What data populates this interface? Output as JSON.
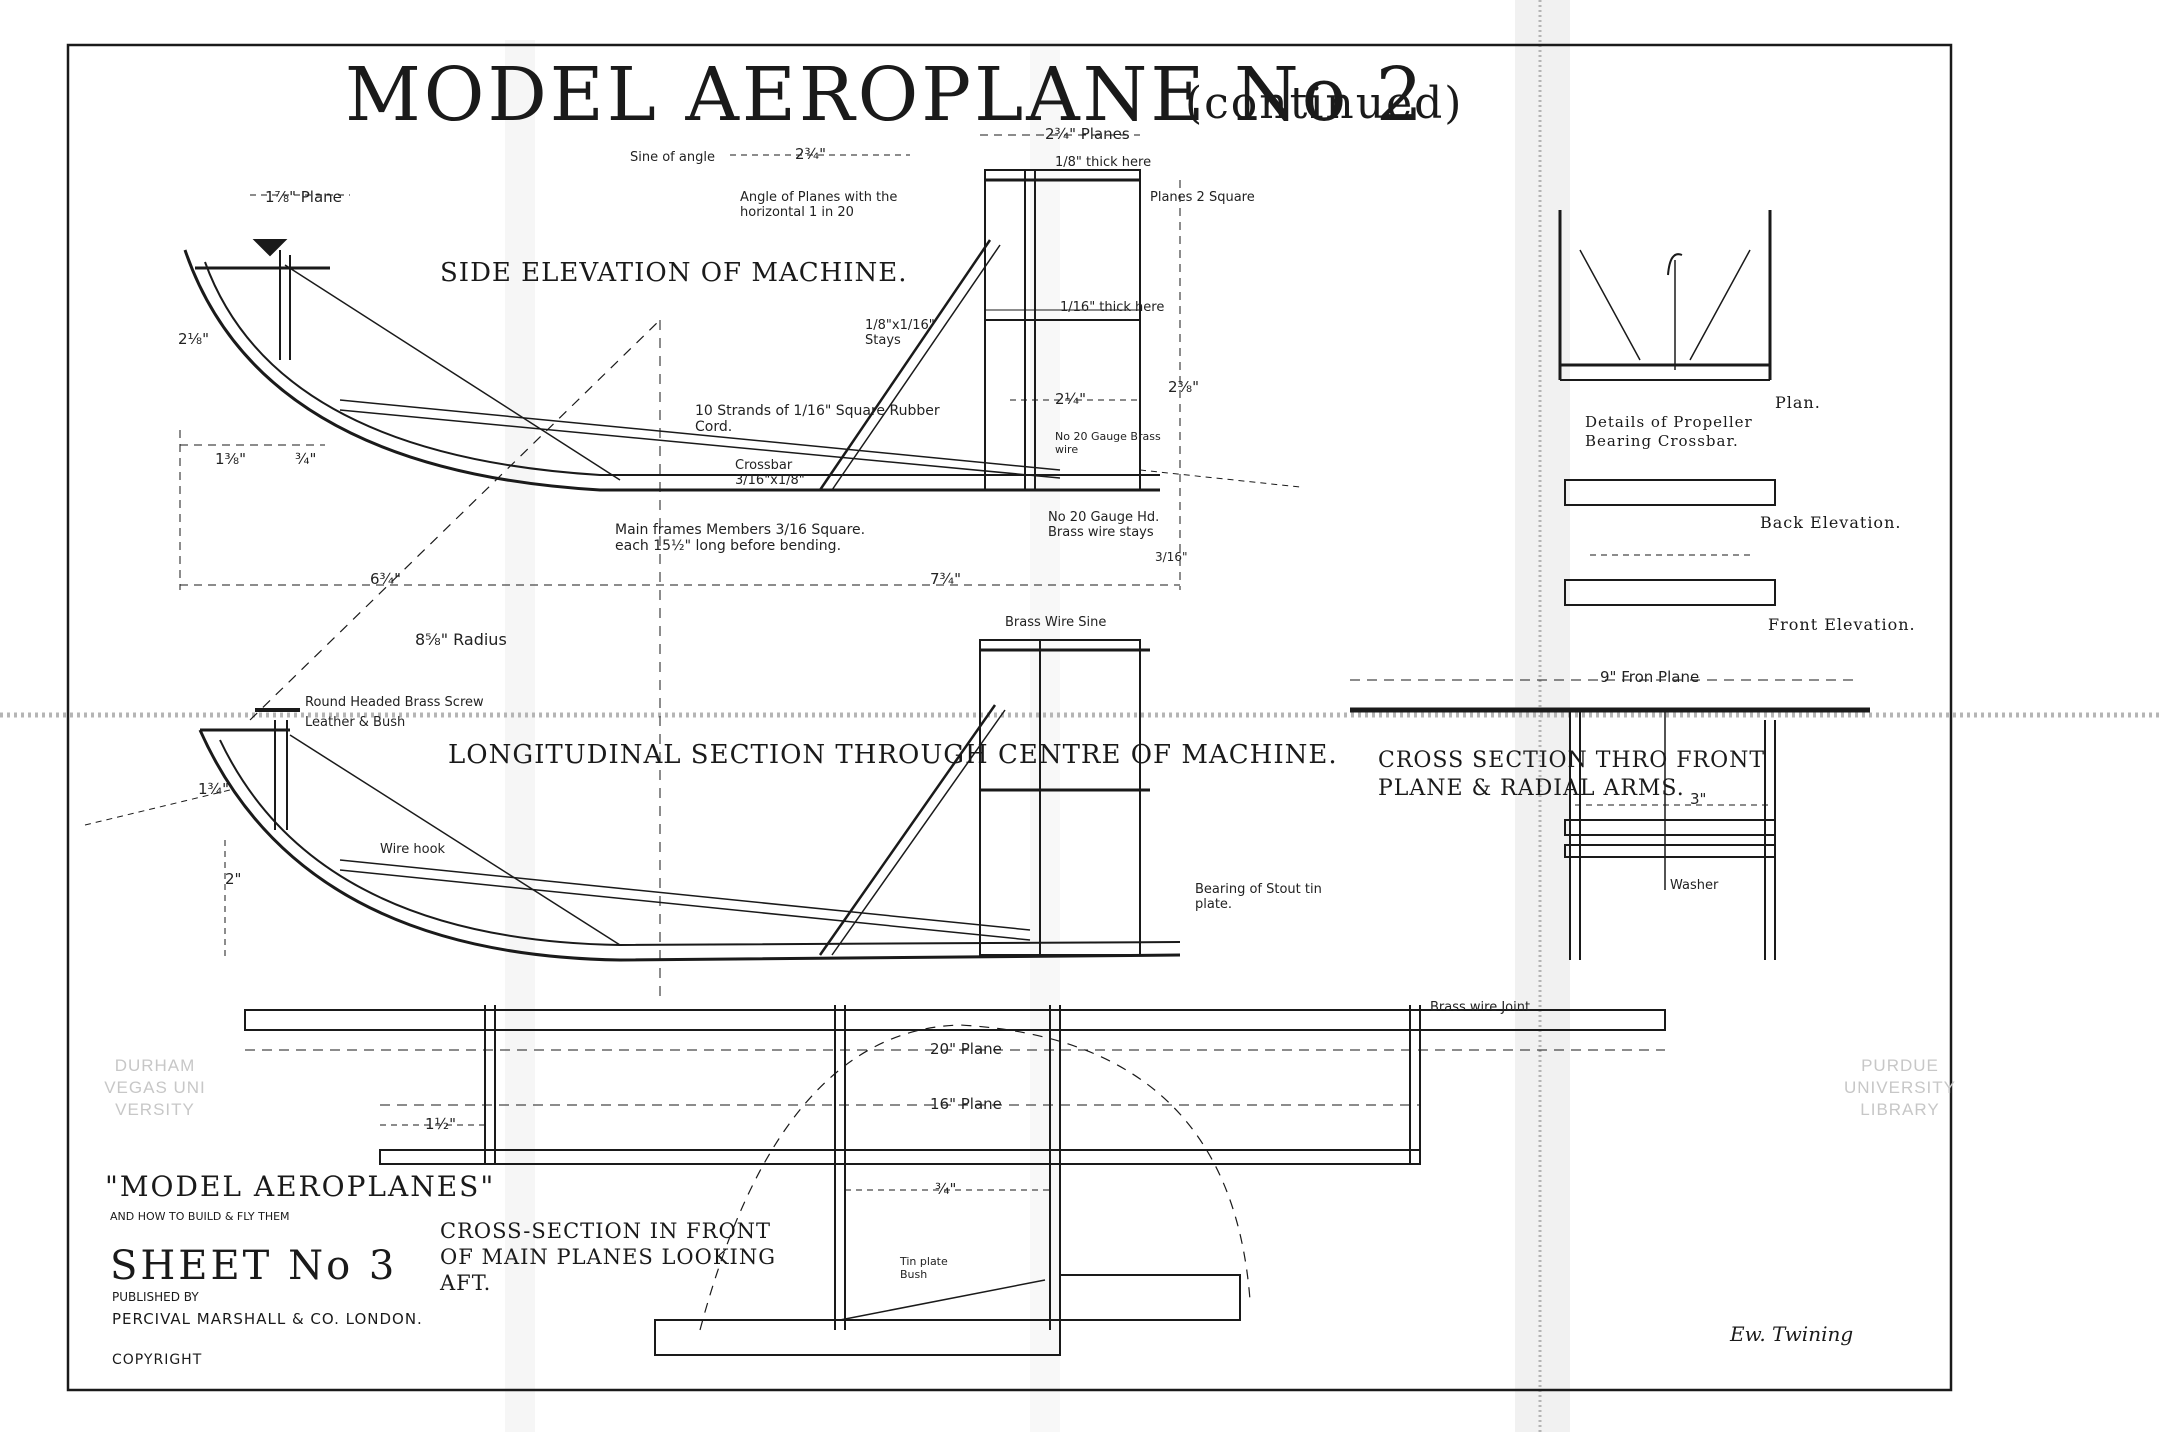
{
  "title": {
    "main": "MODEL AEROPLANE No 2",
    "continued": "(continued)"
  },
  "views": {
    "side_elevation": "SIDE ELEVATION OF MACHINE.",
    "longitudinal_section": "LONGITUDINAL SECTION THROUGH CENTRE OF MACHINE.",
    "cross_section_front": "CROSS SECTION THRO FRONT PLANE & RADIAL ARMS.",
    "cross_section_main": "CROSS-SECTION IN FRONT OF MAIN PLANES LOOKING AFT.",
    "propeller_details": "Details of Propeller Bearing Crossbar.",
    "plan": "Plan.",
    "back_elevation": "Back Elevation.",
    "front_elevation": "Front Elevation."
  },
  "dimensions": {
    "plane_1_7_8": "1⅞\" Plane",
    "planes_2_3_4": "2¾\" Planes",
    "d_2_3_4": "2¾\"",
    "d_2_1_4": "2¼\"",
    "d_2_3_8": "2⅜\"",
    "d_1_3_8": "1⅜\"",
    "d_3_4": "¾\"",
    "d_6_3_4": "6¾\"",
    "d_7_3_4": "7¾\"",
    "d_2_1_8": "2⅛\"",
    "d_3_16": "3/16\"",
    "radius": "8⅝\" Radius",
    "plane_20": "20\" Plane",
    "plane_16": "16\" Plane",
    "plane_9": "9\" Fron Plane",
    "d_3": "3\"",
    "d_1_1_2": "1½\"",
    "d_2": "2\"",
    "d_1_3_4": "1¾\"",
    "d_3_4_small": "¾\""
  },
  "notes": {
    "sine_angle": "Sine of angle",
    "angle_planes": "Angle of Planes with the horizontal 1 in 20",
    "thick_here": "1/8\" thick here",
    "thick_here_2": "1/16\" thick here",
    "planes_square": "Planes 2 Square",
    "stays": "1/8\"x1/16\" Stays",
    "strands": "10 Strands of 1/16\" Square Rubber Cord.",
    "crossbar": "Crossbar 3/16\"x1/8\"",
    "main_frames": "Main frames Members 3/16 Square. each 15½\" long before bending.",
    "brass_wire": "No 20 Gauge Hd. Brass wire stays",
    "brass_wire_2": "No 20 Gauge Brass wire",
    "round_screw": "Round Headed Brass Screw",
    "leather_bush": "Leather & Bush",
    "wire_hook": "Wire hook",
    "bearing": "Bearing of Stout tin plate.",
    "brass_wire_sine": "Brass Wire Sine",
    "brass_wire_joint": "Brass wire Joint",
    "washer": "Washer",
    "tin_plate": "Tin plate Bush"
  },
  "colophon": {
    "book": "\"MODEL AEROPLANES\"",
    "subtitle": "AND HOW TO BUILD & FLY THEM",
    "sheet": "SHEET No 3",
    "published": "PUBLISHED BY",
    "publisher": "PERCIVAL MARSHALL & CO. LONDON.",
    "copyright": "COPYRIGHT"
  },
  "signature": "Ew. Twining",
  "stamps": {
    "left": [
      "DURHAM",
      "VEGAS UNI",
      "VERSITY"
    ],
    "right": [
      "PURDUE",
      "UNIVERSITY",
      "LIBRARY"
    ]
  },
  "colors": {
    "ink": "#1a1a1a",
    "paper": "#ffffff",
    "fold": "#b5b5b5",
    "stamp": "#c7c7c7"
  }
}
